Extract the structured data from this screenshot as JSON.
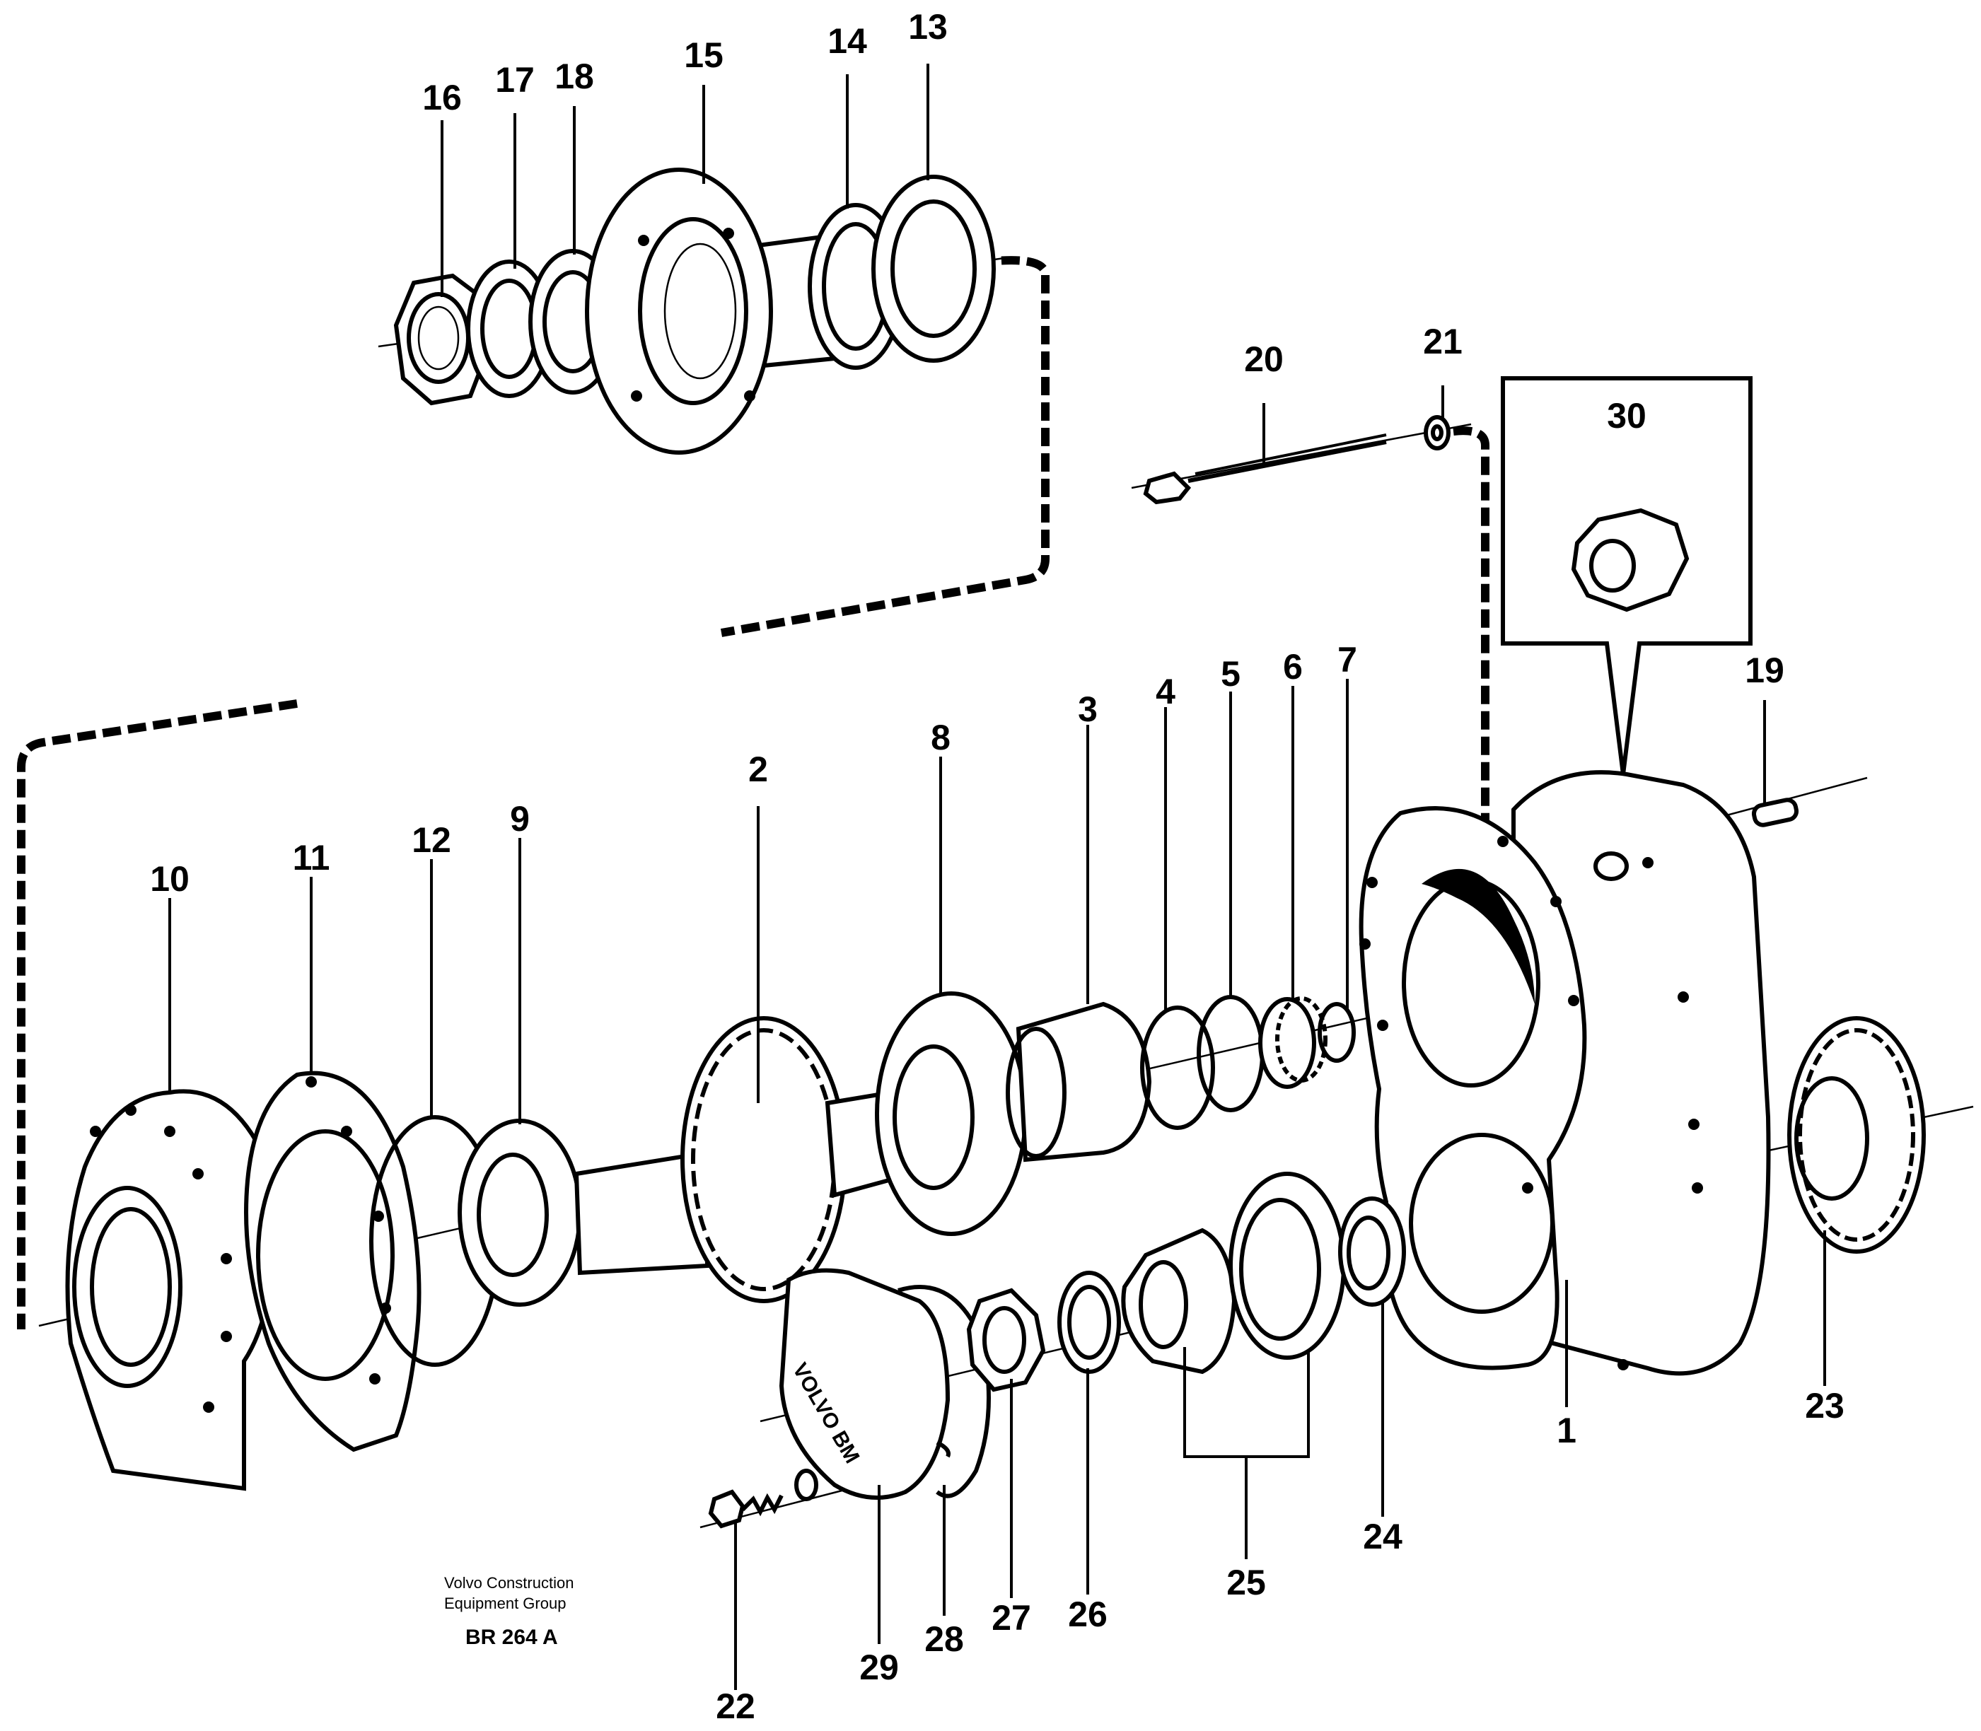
{
  "credit": {
    "line1": "Volvo Construction",
    "line2": "Equipment Group",
    "code": "BR 264 A"
  },
  "cover_logo": "VOLVO BM",
  "callouts": {
    "c1": "1",
    "c2": "2",
    "c3": "3",
    "c4": "4",
    "c5": "5",
    "c6": "6",
    "c7": "7",
    "c8": "8",
    "c9": "9",
    "c10": "10",
    "c11": "11",
    "c12": "12",
    "c13": "13",
    "c14": "14",
    "c15": "15",
    "c16": "16",
    "c17": "17",
    "c18": "18",
    "c19": "19",
    "c20": "20",
    "c21": "21",
    "c22": "22",
    "c23": "23",
    "c24": "24",
    "c25": "25",
    "c26": "26",
    "c27": "27",
    "c28": "28",
    "c29": "29",
    "c30": "30"
  }
}
